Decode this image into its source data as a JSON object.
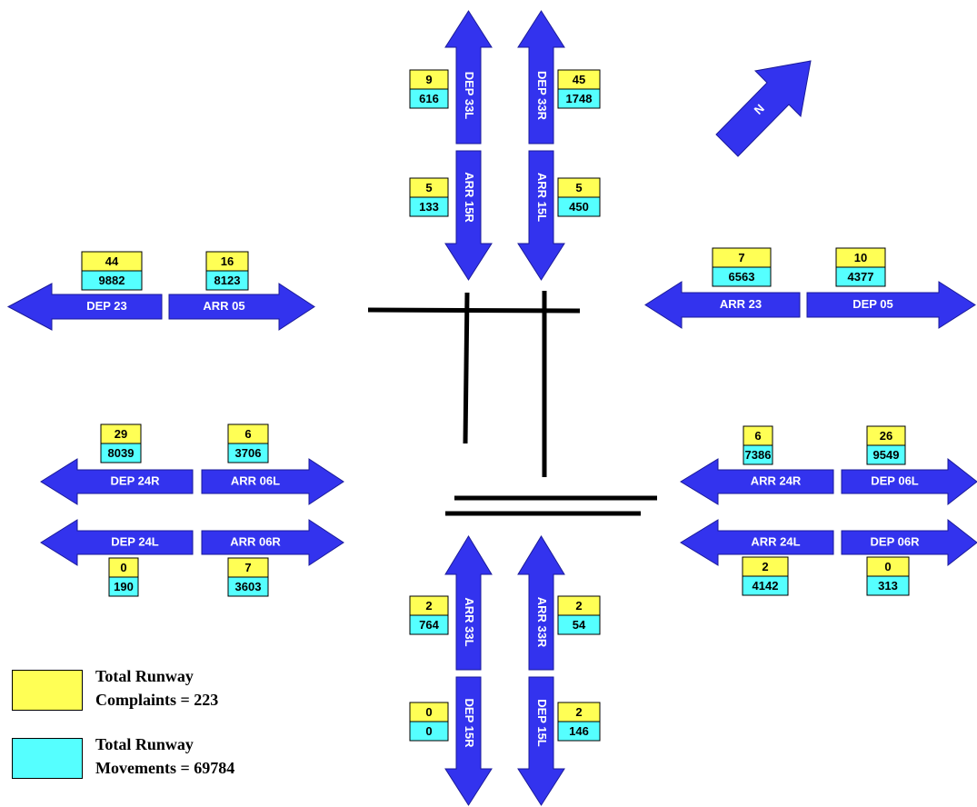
{
  "arrows": [
    {
      "label": "DEP 33L",
      "complaints": "9",
      "movements": "616"
    },
    {
      "label": "DEP 33R",
      "complaints": "45",
      "movements": "1748"
    },
    {
      "label": "ARR 15R",
      "complaints": "5",
      "movements": "133"
    },
    {
      "label": "ARR 15L",
      "complaints": "5",
      "movements": "450"
    },
    {
      "label": "DEP 23",
      "complaints": "44",
      "movements": "9882"
    },
    {
      "label": "ARR 05",
      "complaints": "16",
      "movements": "8123"
    },
    {
      "label": "ARR 23",
      "complaints": "7",
      "movements": "6563"
    },
    {
      "label": "DEP 05",
      "complaints": "10",
      "movements": "4377"
    },
    {
      "label": "DEP 24R",
      "complaints": "29",
      "movements": "8039"
    },
    {
      "label": "ARR 06L",
      "complaints": "6",
      "movements": "3706"
    },
    {
      "label": "DEP 24L",
      "complaints": "0",
      "movements": "190"
    },
    {
      "label": "ARR 06R",
      "complaints": "7",
      "movements": "3603"
    },
    {
      "label": "ARR 24R",
      "complaints": "6",
      "movements": "7386"
    },
    {
      "label": "DEP 06L",
      "complaints": "26",
      "movements": "9549"
    },
    {
      "label": "ARR 24L",
      "complaints": "2",
      "movements": "4142"
    },
    {
      "label": "DEP 06R",
      "complaints": "0",
      "movements": "313"
    },
    {
      "label": "ARR 33L",
      "complaints": "2",
      "movements": "764"
    },
    {
      "label": "ARR 33R",
      "complaints": "2",
      "movements": "54"
    },
    {
      "label": "DEP 15R",
      "complaints": "0",
      "movements": "0"
    },
    {
      "label": "DEP 15L",
      "complaints": "2",
      "movements": "146"
    }
  ],
  "north_label": "N",
  "legend": {
    "complaints_line1": "Total Runway",
    "complaints_line2": "Complaints = 223",
    "movements_line1": "Total Runway",
    "movements_line2": "Movements = 69784"
  },
  "colors": {
    "arrow": "#3333ee",
    "complaints_box": "#ffff55",
    "movements_box": "#55ffff",
    "runway": "#000000"
  }
}
